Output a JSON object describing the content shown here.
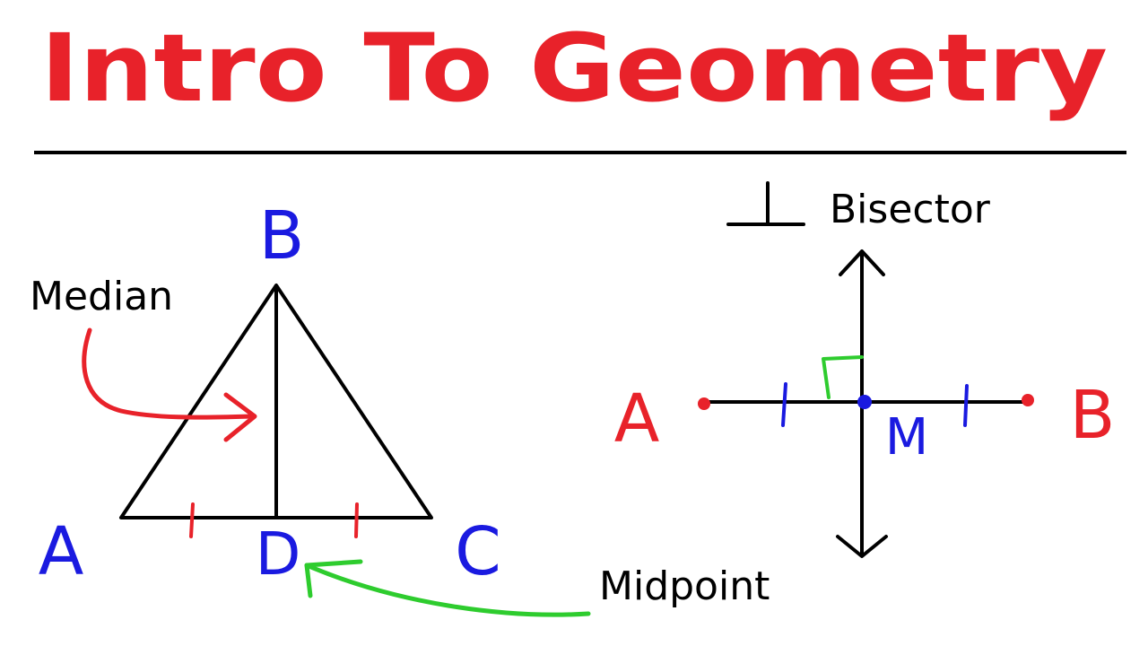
{
  "title": "Intro To Geometry",
  "colors": {
    "title": "#e8222a",
    "ink": "#000000",
    "red": "#e8222a",
    "blue": "#1a1ae0",
    "green": "#2ecc2e"
  },
  "triangle": {
    "vertex_top": "B",
    "vertex_left": "A",
    "vertex_right": "C",
    "midpoint_label": "D",
    "median_label": "Median",
    "midpoint_callout": "Midpoint"
  },
  "bisector": {
    "symbol": "⊥",
    "label": "Bisector",
    "endpoint_left": "A",
    "endpoint_right": "B",
    "midpoint_label": "M"
  },
  "icons": {
    "perpendicular": "perpendicular-icon",
    "right_angle": "right-angle-marker-icon"
  }
}
